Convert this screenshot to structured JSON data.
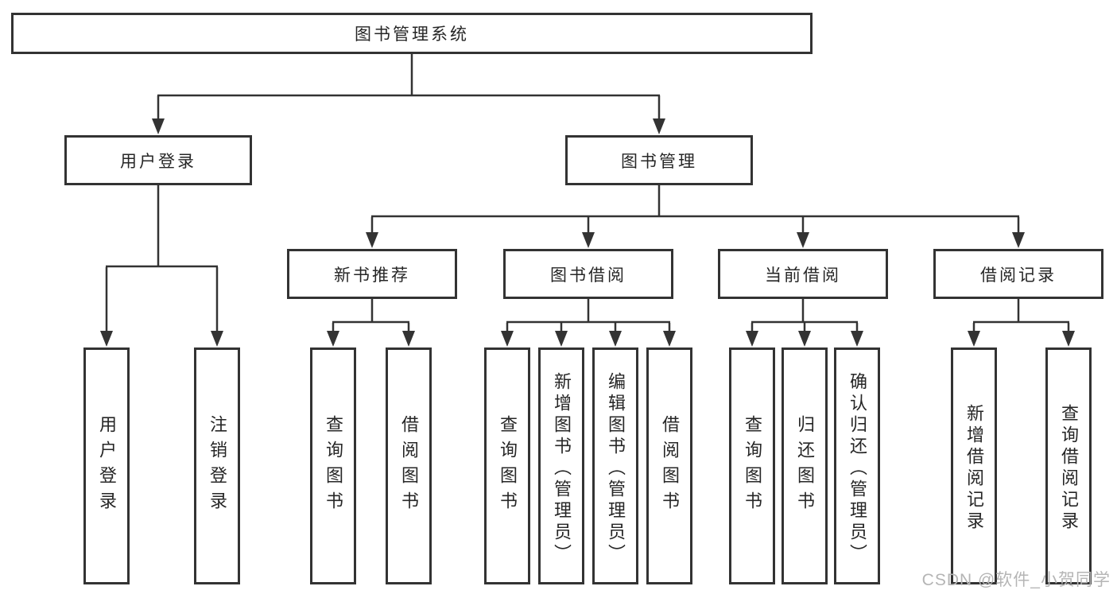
{
  "diagram": {
    "root": {
      "label": "图书管理系统"
    },
    "branches": [
      {
        "label": "用户登录",
        "children": [
          {
            "label": "用户登录"
          },
          {
            "label": "注销登录"
          }
        ]
      },
      {
        "label": "图书管理",
        "children": [
          {
            "label": "新书推荐",
            "children": [
              {
                "label": "查询图书"
              },
              {
                "label": "借阅图书"
              }
            ]
          },
          {
            "label": "图书借阅",
            "children": [
              {
                "label": "查询图书"
              },
              {
                "label": "新增图书（管理员）"
              },
              {
                "label": "编辑图书（管理员）"
              },
              {
                "label": "借阅图书"
              }
            ]
          },
          {
            "label": "当前借阅",
            "children": [
              {
                "label": "查询图书"
              },
              {
                "label": "归还图书"
              },
              {
                "label": "确认归还（管理员）"
              }
            ]
          },
          {
            "label": "借阅记录",
            "children": [
              {
                "label": "新增借阅记录"
              },
              {
                "label": "查询借阅记录"
              }
            ]
          }
        ]
      }
    ]
  },
  "watermark": {
    "text": "CSDN @软件_小贺同学"
  },
  "colors": {
    "line": "#333333",
    "box_border": "#333333",
    "box_fill": "#ffffff",
    "text": "#262626",
    "watermark": "#b5b5b5",
    "background": "#ffffff"
  }
}
